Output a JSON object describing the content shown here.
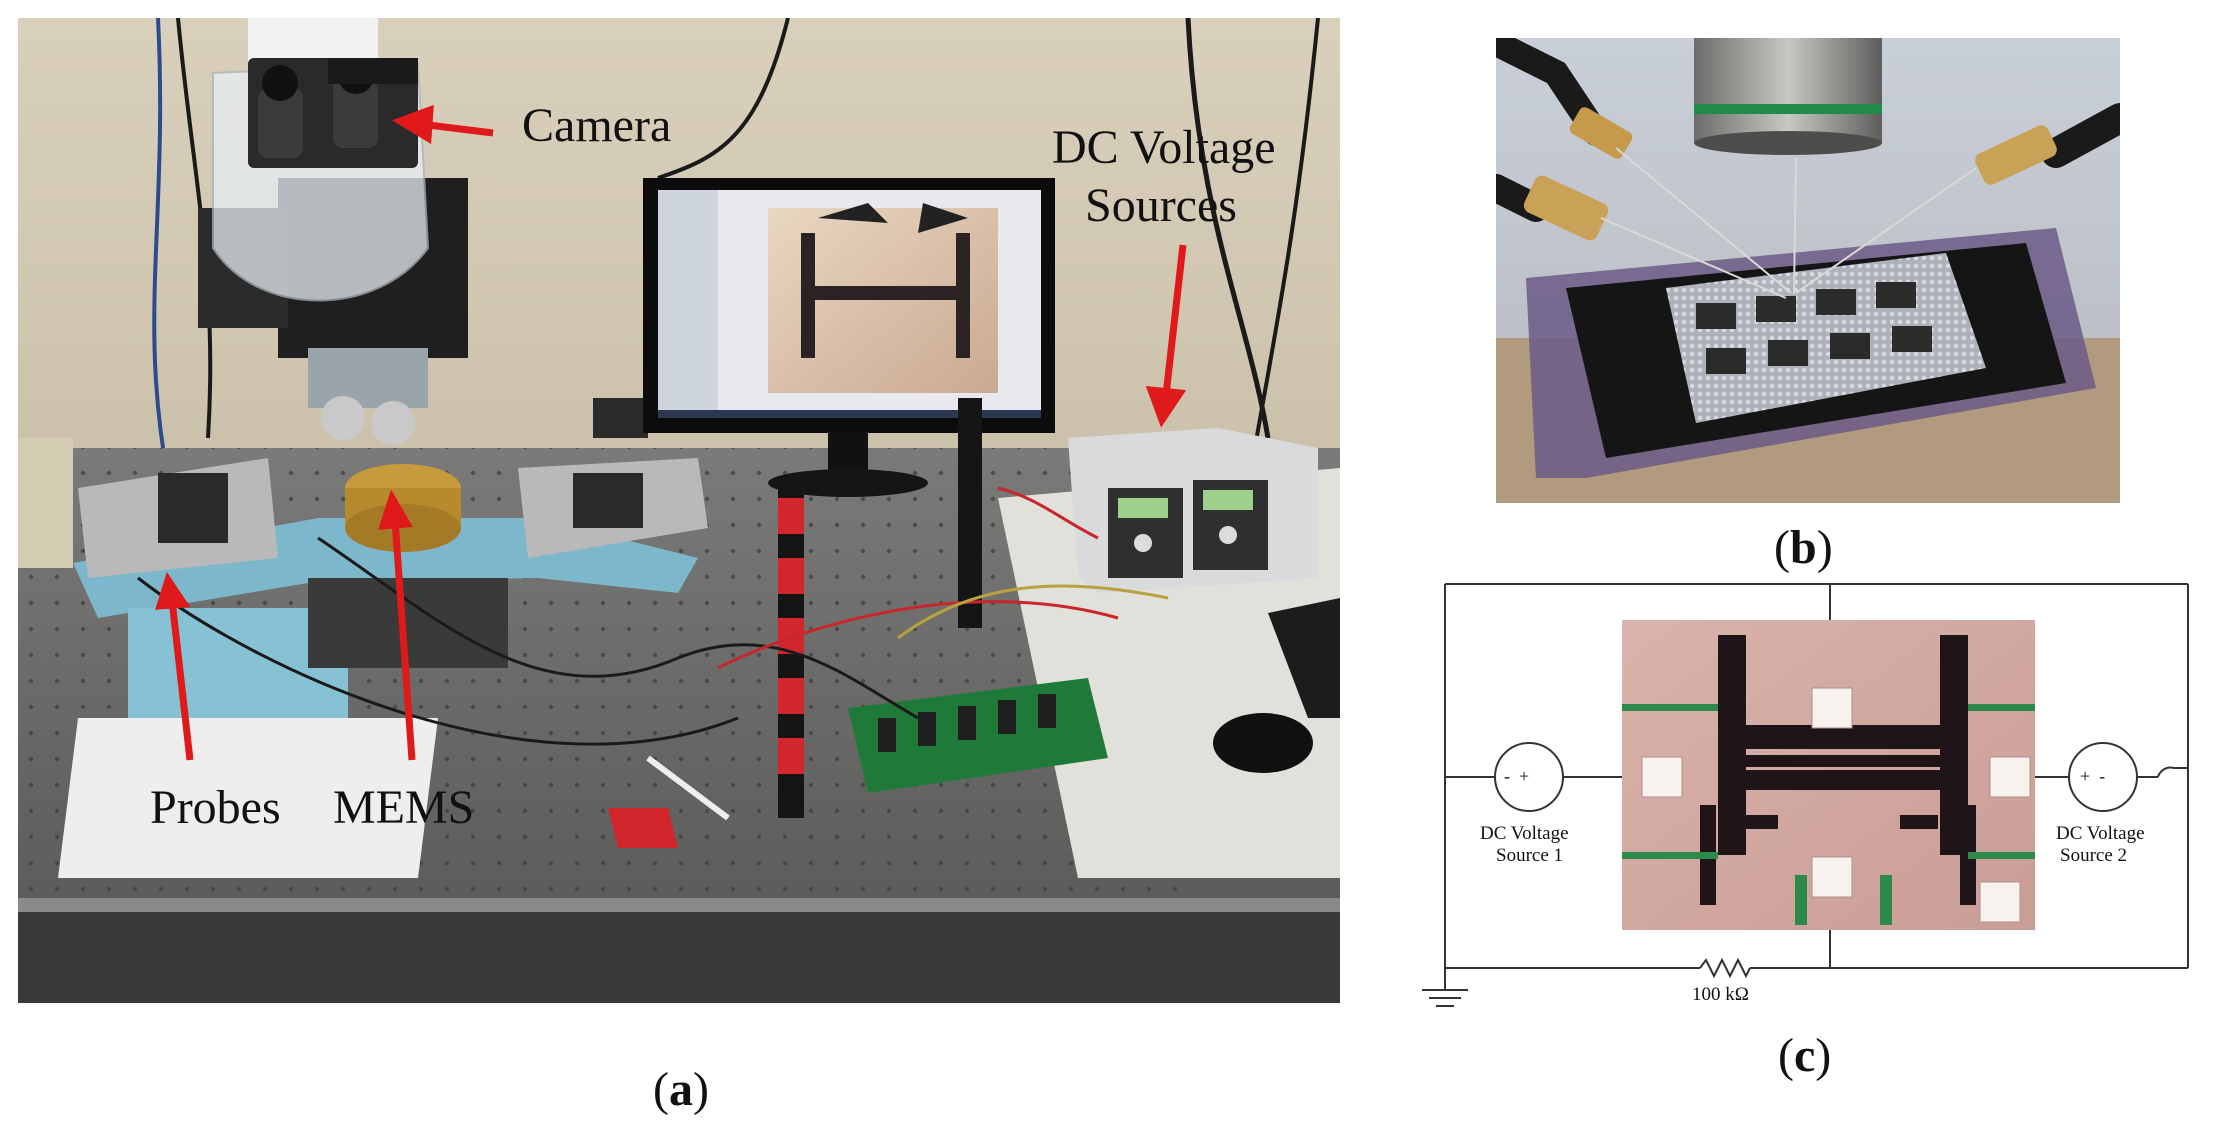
{
  "panel_a": {
    "caption_open": "(",
    "caption_letter": "a",
    "caption_close": ")",
    "labels": {
      "camera": "Camera",
      "dc_line1": "DC Voltage",
      "dc_line2": "Sources",
      "probes": "Probes",
      "mems": "MEMS"
    },
    "colors": {
      "arrow": "#e0191a",
      "bench": "#6a6a6a",
      "wall": "#d8cfb8"
    }
  },
  "panel_b": {
    "caption_open": "(",
    "caption_letter": "b",
    "caption_close": ")"
  },
  "panel_c": {
    "caption_open": "(",
    "caption_letter": "c",
    "caption_close": ")",
    "source1_line1": "DC Voltage",
    "source1_line2": "Source 1",
    "source2_line1": "DC Voltage",
    "source2_line2": "Source 2",
    "source1_polarity": "-  +",
    "source2_polarity": "+  -",
    "resistor": "100 kΩ"
  }
}
